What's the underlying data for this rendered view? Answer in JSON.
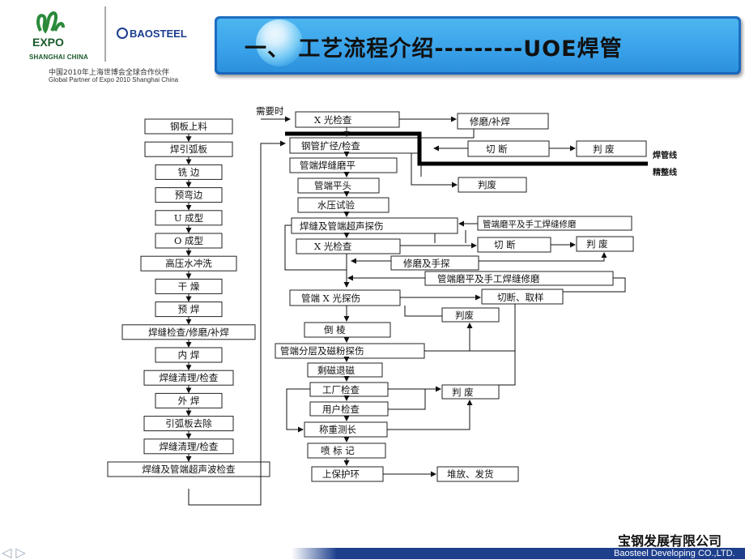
{
  "header": {
    "expo_label": "EXPO",
    "expo_year": "2010",
    "expo_city": "SHANGHAI CHINA",
    "baosteel": "BAOSTEEL",
    "partner_cn": "中国2010年上海世博会全球合作伙伴",
    "partner_en": "Global Partner of Expo 2010 Shanghai China"
  },
  "title": "一、     工艺流程介绍---------UOE焊管",
  "footer": {
    "company_cn": "宝钢发展有限公司",
    "company_en": "Baosteel Developing CO.,LTD."
  },
  "flow": {
    "left": [
      "钢板上料",
      "焊引弧板",
      "铣   边",
      "预弯边",
      "U 成型",
      "O 成型",
      "高压水冲洗",
      "干   燥",
      "预   焊",
      "焊缝检查/修磨/补焊",
      "内   焊",
      "焊缝清理/检查",
      "外   焊",
      "引弧板去除",
      "焊缝清理/检查",
      "焊缝及管端超声波检查"
    ],
    "need_label": "需要时",
    "xray_top": "X 光检查",
    "grind_top": "修磨/补焊",
    "expand": "钢管扩径/检查",
    "cut_top": "切   断",
    "scrap_top": "判   废",
    "line_weld": "焊管线",
    "line_finish": "精整线",
    "seam_grind": "管端焊缝磨平",
    "face": "管端平头",
    "scrap_face": "判废",
    "hydro": "水压试验",
    "ut": "焊缝及管端超声探伤",
    "grind_repair": "管端磨平及手工焊缝修磨",
    "xray2": "X 光检查",
    "cut2": "切   断",
    "scrap2": "判   废",
    "grind_hand": "修磨及手探",
    "grind_repair2": "管端磨平及手工焊缝修磨",
    "end_xray": "管端 X 光探伤",
    "cut_sample": "切断、取样",
    "scrap3": "判废",
    "bevel": "倒     棱",
    "mt": "管端分层及磁粉探伤",
    "demag": "剩磁退磁",
    "factory_insp": "工厂检查",
    "user_insp": "用户检查",
    "scrap4": "判   废",
    "weigh": "称重测长",
    "mark": "喷  标  记",
    "protect": "上保护环",
    "ship": "堆放、发货"
  }
}
